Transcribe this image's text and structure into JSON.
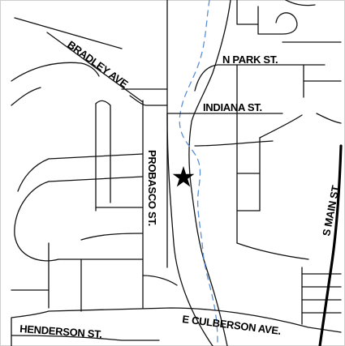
{
  "map": {
    "colors": {
      "road": "#111111",
      "main_road": "#000000",
      "creek": "#5b8fd6",
      "marker": "#000000",
      "background": "#ffffff"
    },
    "marker_icon": "star-icon",
    "labels": {
      "n_park_st": "N PARK ST.",
      "bradley_ave": "BRADLEY AVE",
      "indiana_st": "INDIANA ST.",
      "probasco_st": "PROBASCO ST.",
      "s_main_st": "S MAIN ST",
      "e_culberson_ave": "E CULBERSON AVE.",
      "henderson_st": "HENDERSON ST."
    }
  }
}
